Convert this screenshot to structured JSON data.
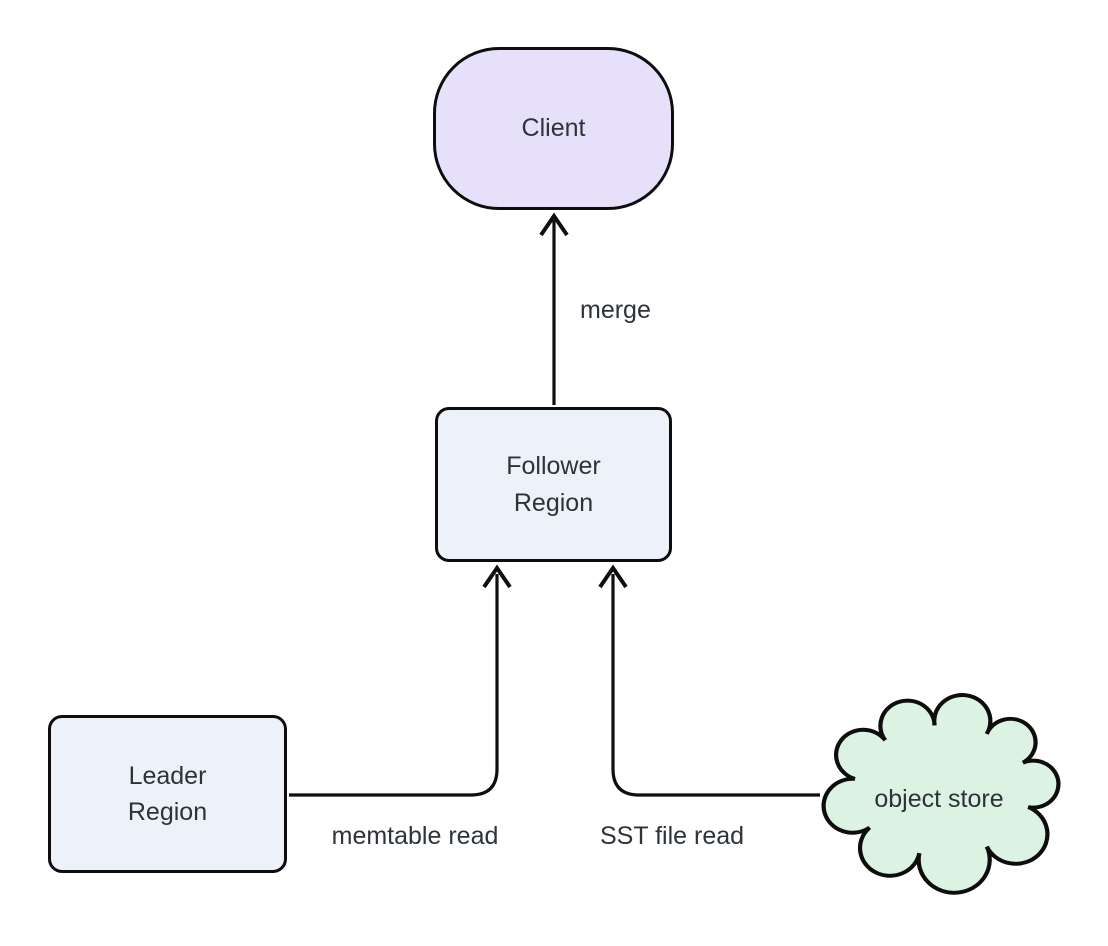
{
  "diagram": {
    "background_color": "#ffffff",
    "line_color": "#0f0f0f",
    "text_color": "#2d3339",
    "nodes": [
      {
        "id": "client",
        "label": "Client",
        "shape": "stadium",
        "fill": "#e7e0fa"
      },
      {
        "id": "follower-region",
        "label": "Follower Region",
        "shape": "rectangle",
        "fill": "#edf1fa"
      },
      {
        "id": "leader-region",
        "label": "Leader Region",
        "shape": "rectangle",
        "fill": "#edf1fa"
      },
      {
        "id": "object-store",
        "label": "object store",
        "shape": "cloud",
        "fill": "#dcf2e3"
      }
    ],
    "edges": [
      {
        "from": "follower-region",
        "to": "client",
        "label": "merge"
      },
      {
        "from": "leader-region",
        "to": "follower-region",
        "label": "memtable read"
      },
      {
        "from": "object-store",
        "to": "follower-region",
        "label": "SST file read"
      }
    ]
  }
}
